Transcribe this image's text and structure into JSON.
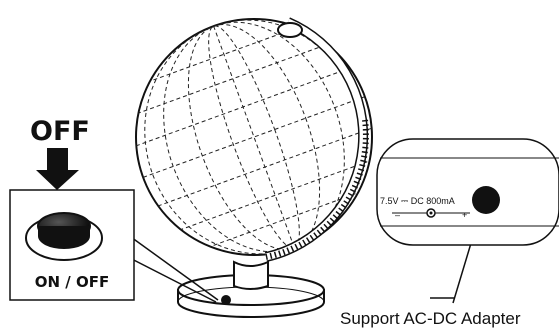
{
  "labels": {
    "off": "OFF",
    "on_off": "ON / OFF",
    "voltage": "7.5V ",
    "dc_symbol": "⎓",
    "dc": " DC  800mA",
    "minus": "–",
    "plus": "+",
    "caption": "Support AC-DC Adapter"
  },
  "icons": {
    "arrow": "down-arrow-icon",
    "button": "power-button-icon",
    "polarity": "center-positive-polarity-icon",
    "jack": "dc-jack-icon"
  },
  "colors": {
    "ink": "#111111",
    "paper": "#ffffff"
  }
}
